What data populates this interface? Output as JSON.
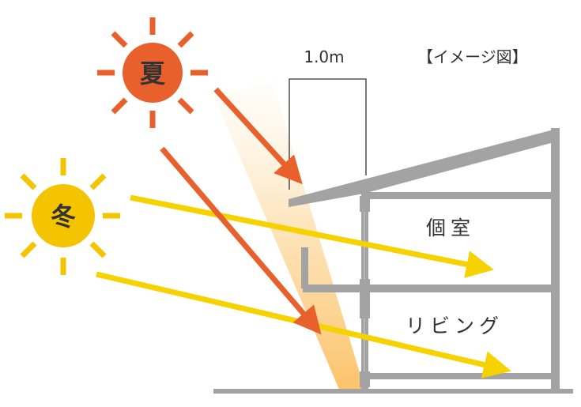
{
  "caption": "【イメージ図】",
  "dimension_label": "1.0m",
  "summer_sun": {
    "label": "夏",
    "color": "#e8602c"
  },
  "winter_sun": {
    "label": "冬",
    "color": "#f5c400"
  },
  "rooms": {
    "upper": "個室",
    "lower": "リビング"
  },
  "colors": {
    "building": "#a3a3a3",
    "summer_ray": "#e8602c",
    "winter_ray": "#f5d200",
    "sun_beam": "#fde3b8",
    "text": "#333333"
  }
}
